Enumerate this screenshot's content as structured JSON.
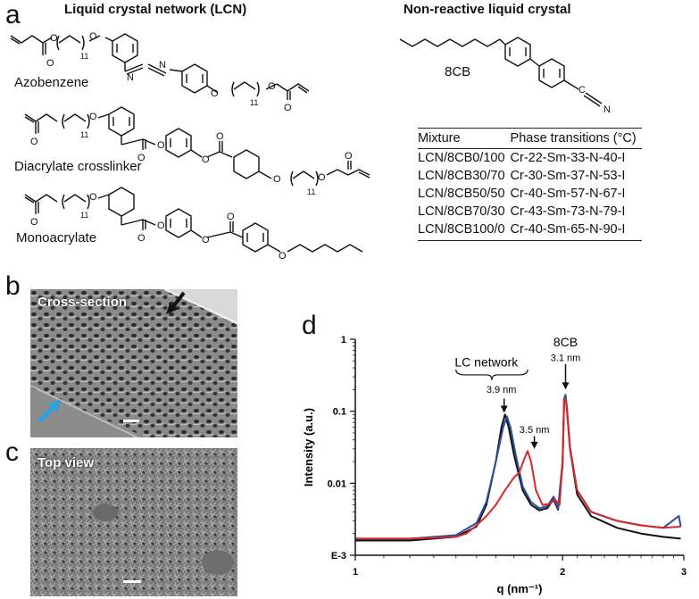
{
  "panel_labels": {
    "a": "a",
    "b": "b",
    "c": "c",
    "d": "d"
  },
  "lcn_title": "Liquid crystal network (LCN)",
  "nonreactive_title": "Non-reactive liquid crystal",
  "molecules": {
    "azobenzene": "Azobenzene",
    "diacrylate": "Diacrylate crosslinker",
    "monoacrylate": "Monoacrylate",
    "cb8": "8CB",
    "subscript_11": "11",
    "cyano_c": "C",
    "cyano_n": "N",
    "o": "O"
  },
  "table": {
    "headers": [
      "Mixture",
      "Phase transitions (°C)"
    ],
    "rows": [
      [
        "LCN/8CB0/100",
        "Cr-22-Sm-33-N-40-I"
      ],
      [
        "LCN/8CB30/70",
        "Cr-30-Sm-37-N-53-I"
      ],
      [
        "LCN/8CB50/50",
        "Cr-40-Sm-57-N-67-I"
      ],
      [
        "LCN/8CB70/30",
        "Cr-43-Sm-73-N-79-I"
      ],
      [
        "LCN/8CB100/0",
        "Cr-40-Sm-65-N-90-I"
      ]
    ]
  },
  "sem": {
    "cross_section_label": "Cross-section",
    "top_view_label": "Top view",
    "arrow_black_color": "#111111",
    "arrow_blue_color": "#2aa3dc"
  },
  "chart_data": {
    "type": "line",
    "xlabel": "q (nm⁻¹)",
    "ylabel": "Intensity (a.u.)",
    "x_scale": "log",
    "y_scale": "log",
    "xlim": [
      1,
      3
    ],
    "ylim": [
      0.001,
      1
    ],
    "x_ticks": [
      {
        "v": 1,
        "label": "1"
      },
      {
        "v": 2,
        "label": "2"
      },
      {
        "v": 3,
        "label": "3"
      }
    ],
    "y_ticks": [
      {
        "v": 1,
        "label": "1"
      },
      {
        "v": 0.1,
        "label": "0.1"
      },
      {
        "v": 0.01,
        "label": "0.01"
      },
      {
        "v": 0.001,
        "label": "E-3"
      }
    ],
    "series": [
      {
        "color": "#111111",
        "x": [
          1.0,
          1.2,
          1.4,
          1.5,
          1.55,
          1.6,
          1.63,
          1.65,
          1.67,
          1.7,
          1.75,
          1.8,
          1.85,
          1.9,
          1.94,
          1.97,
          2.0,
          2.01,
          2.02,
          2.03,
          2.05,
          2.1,
          2.2,
          2.4,
          2.6,
          2.8,
          2.97
        ],
        "y": [
          0.0016,
          0.0016,
          0.0018,
          0.0025,
          0.005,
          0.02,
          0.06,
          0.09,
          0.06,
          0.025,
          0.008,
          0.005,
          0.0042,
          0.0045,
          0.006,
          0.0043,
          0.018,
          0.14,
          0.16,
          0.1,
          0.03,
          0.007,
          0.0035,
          0.0024,
          0.002,
          0.0018,
          0.0017
        ]
      },
      {
        "color": "#2b4fa3",
        "x": [
          1.0,
          1.2,
          1.4,
          1.5,
          1.55,
          1.6,
          1.64,
          1.66,
          1.68,
          1.71,
          1.75,
          1.8,
          1.85,
          1.9,
          1.94,
          1.97,
          2.0,
          2.01,
          2.02,
          2.03,
          2.05,
          2.1,
          2.2,
          2.4,
          2.6,
          2.8,
          2.95,
          2.97
        ],
        "y": [
          0.0017,
          0.0017,
          0.0019,
          0.0028,
          0.0055,
          0.02,
          0.06,
          0.085,
          0.06,
          0.025,
          0.009,
          0.0055,
          0.0045,
          0.0048,
          0.0065,
          0.0045,
          0.02,
          0.15,
          0.17,
          0.11,
          0.032,
          0.008,
          0.004,
          0.003,
          0.0026,
          0.0024,
          0.0035,
          0.0025
        ]
      },
      {
        "color": "#d42a2a",
        "x": [
          1.0,
          1.2,
          1.4,
          1.45,
          1.5,
          1.55,
          1.6,
          1.65,
          1.7,
          1.73,
          1.76,
          1.78,
          1.8,
          1.83,
          1.87,
          1.92,
          1.95,
          1.98,
          2.0,
          2.01,
          2.02,
          2.03,
          2.05,
          2.1,
          2.2,
          2.4,
          2.6,
          2.8,
          2.97
        ],
        "y": [
          0.0017,
          0.0017,
          0.0018,
          0.002,
          0.0026,
          0.0035,
          0.005,
          0.008,
          0.012,
          0.014,
          0.022,
          0.028,
          0.02,
          0.008,
          0.005,
          0.0052,
          0.006,
          0.005,
          0.02,
          0.14,
          0.15,
          0.1,
          0.03,
          0.008,
          0.004,
          0.003,
          0.0026,
          0.0024,
          0.0025
        ]
      }
    ],
    "annotations": {
      "lc_network": "LC network",
      "cb8": "8CB",
      "d31": "3.1 nm",
      "d39": "3.9 nm",
      "d35": "3.5 nm"
    }
  }
}
